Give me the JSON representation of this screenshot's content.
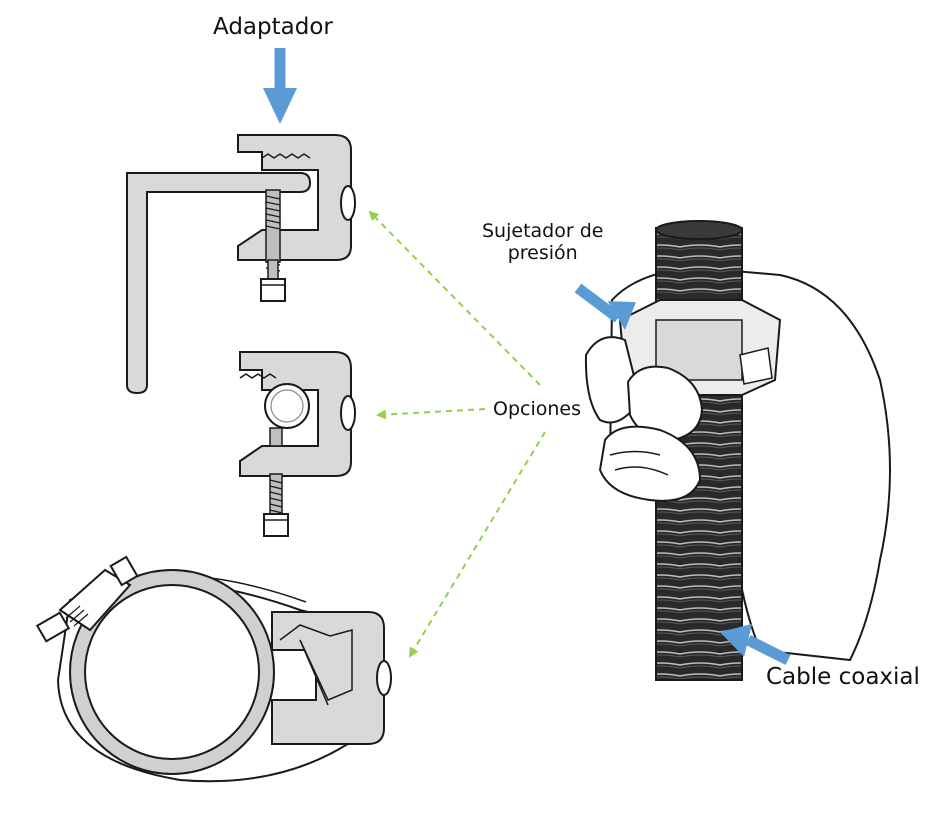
{
  "labels": {
    "adaptador": "Adaptador",
    "sujetador_line1": "Sujetador de",
    "sujetador_line2": "presión",
    "opciones": "Opciones",
    "cable": "Cable coaxial"
  },
  "colors": {
    "callout_arrow": "#5b9bd5",
    "option_pointer": "#92d050",
    "part_fill": "#d9d9d9",
    "line": "#1a1a1a",
    "cable": "#1e1e1e"
  }
}
